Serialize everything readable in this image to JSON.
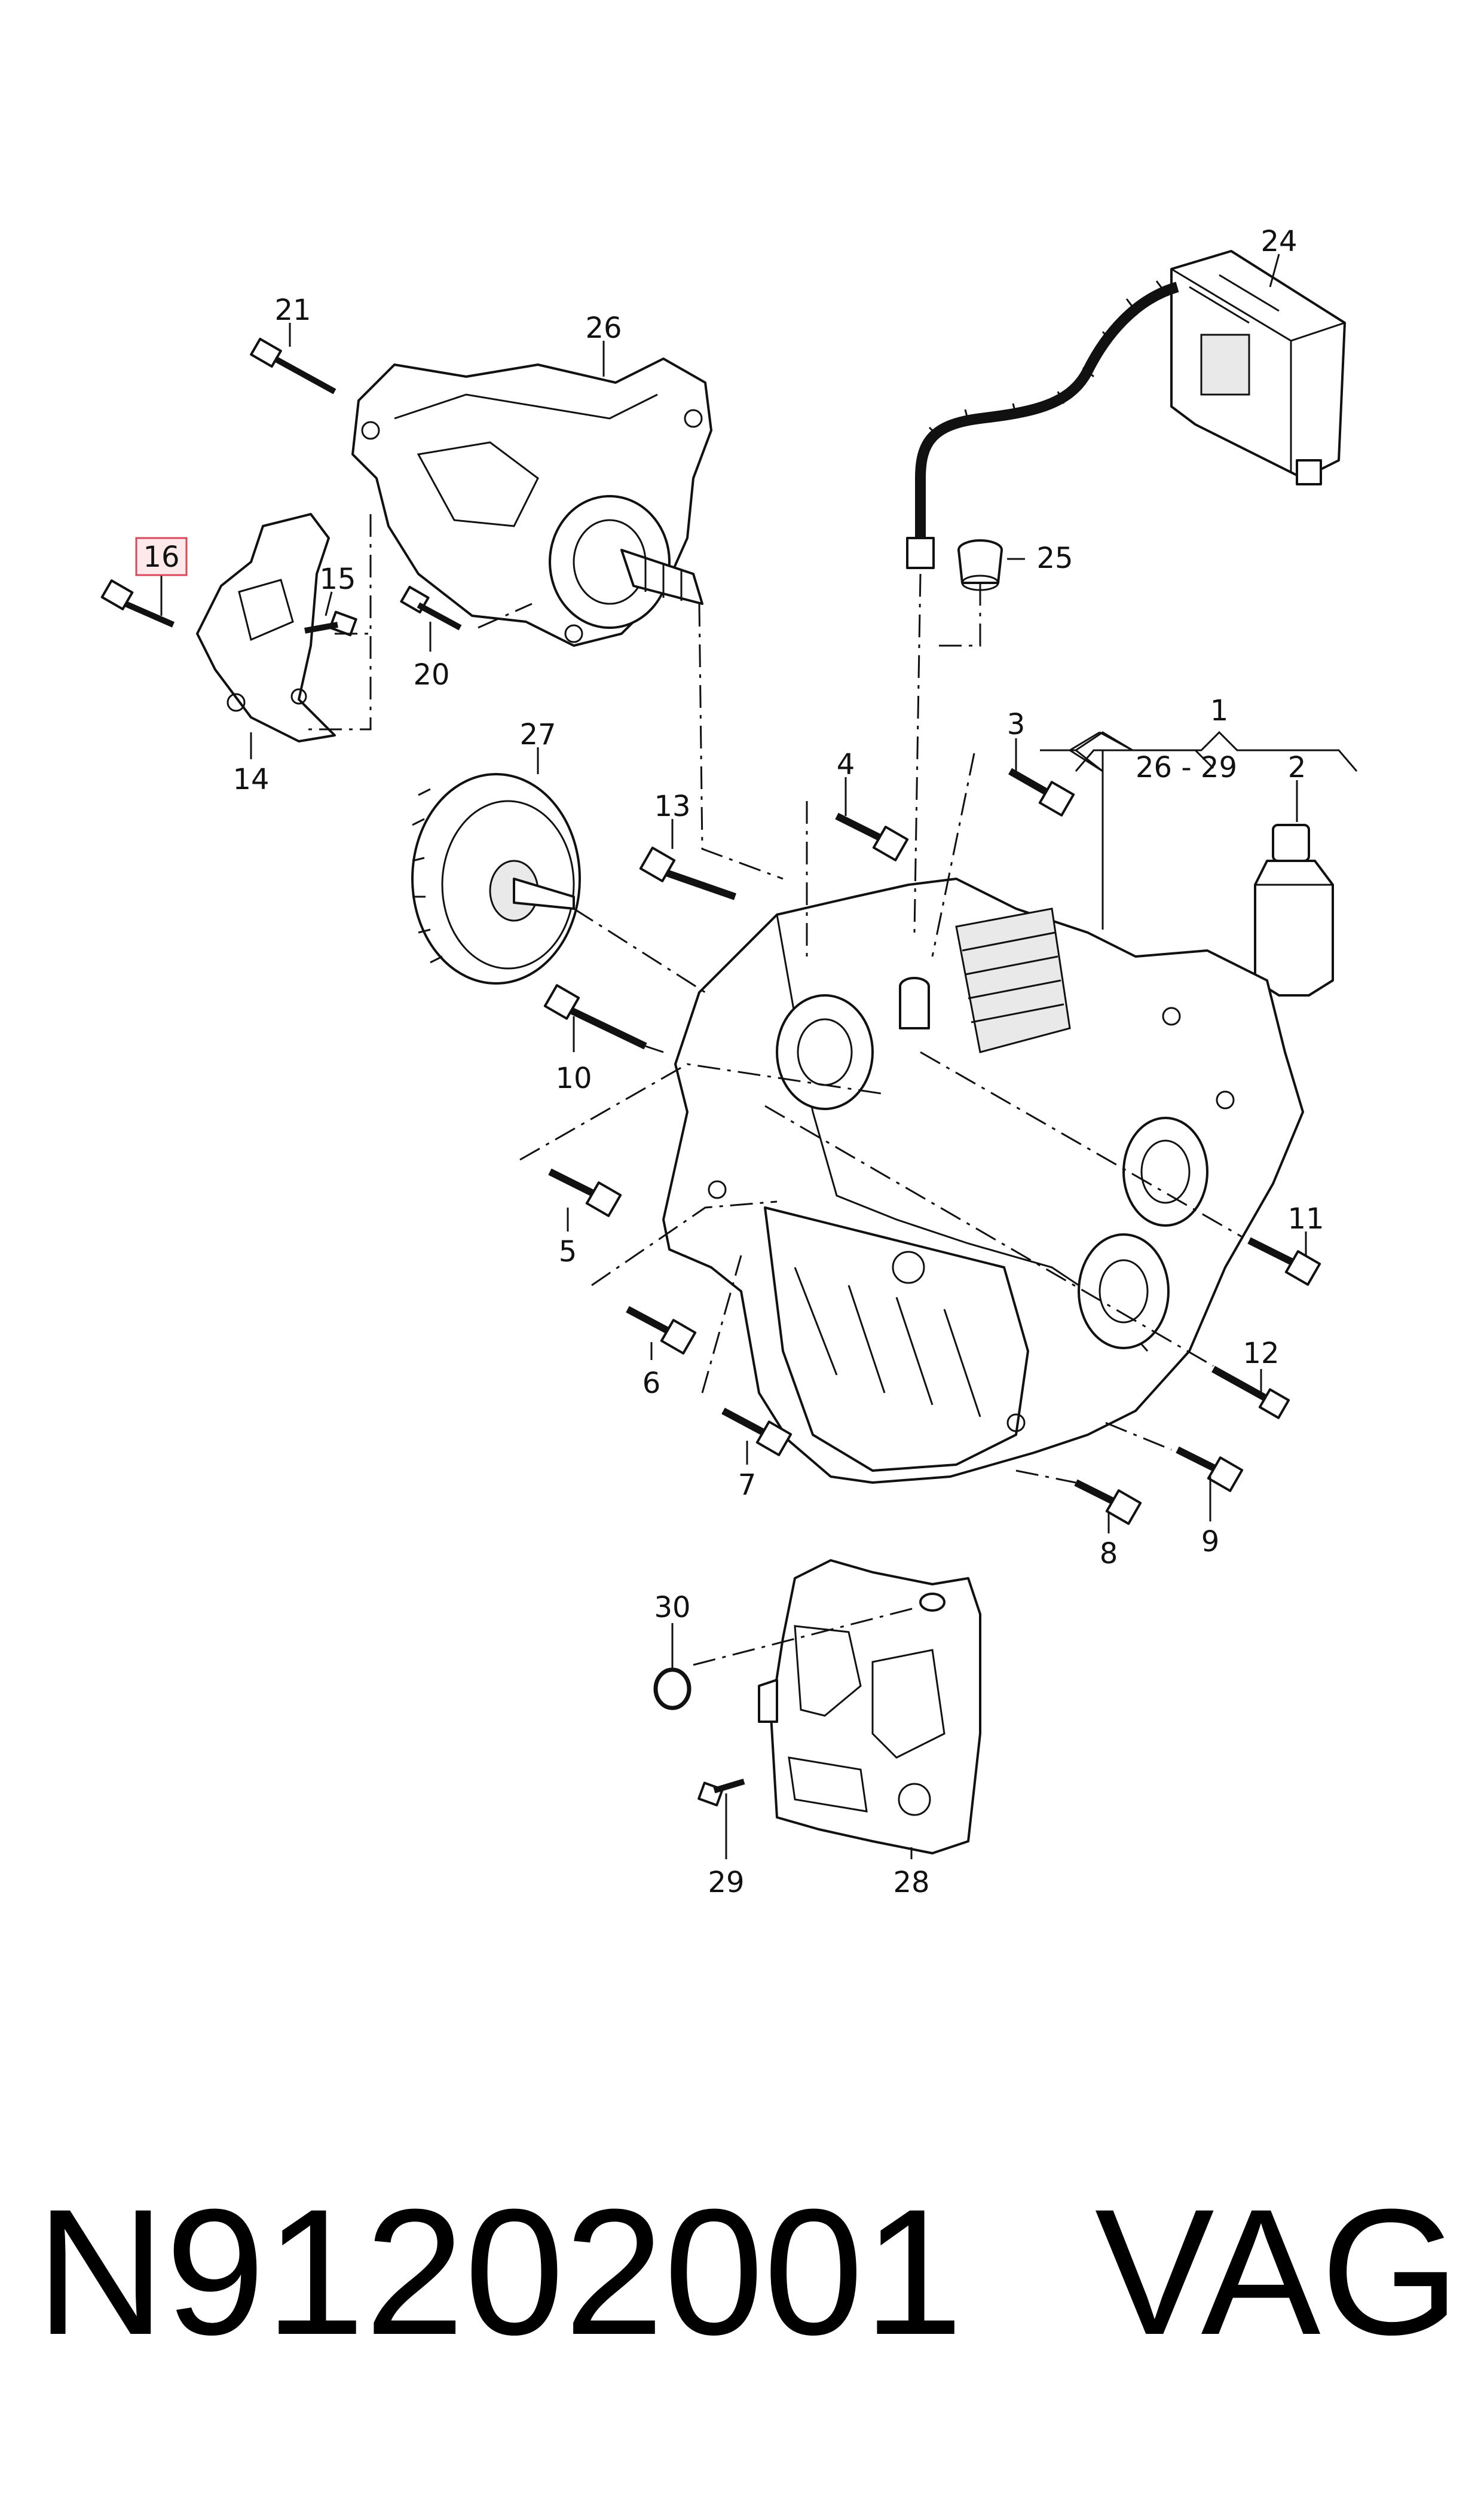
{
  "callouts": {
    "c1": "1",
    "c2": "2",
    "c3": "3",
    "c4": "4",
    "c5": "5",
    "c6": "6",
    "c7": "7",
    "c8": "8",
    "c9": "9",
    "c10": "10",
    "c11": "11",
    "c12": "12",
    "c13": "13",
    "c14": "14",
    "c15": "15",
    "c16": "16",
    "c20": "20",
    "c21": "21",
    "c24": "24",
    "c25": "25",
    "c26": "26",
    "c27": "27",
    "c28": "28",
    "c29": "29",
    "c30": "30",
    "range": "26 - 29"
  },
  "highlighted_callout": "16",
  "highlight_color": "#d9485a",
  "footer": {
    "part_number": "N91202001",
    "brand": "VAG"
  }
}
